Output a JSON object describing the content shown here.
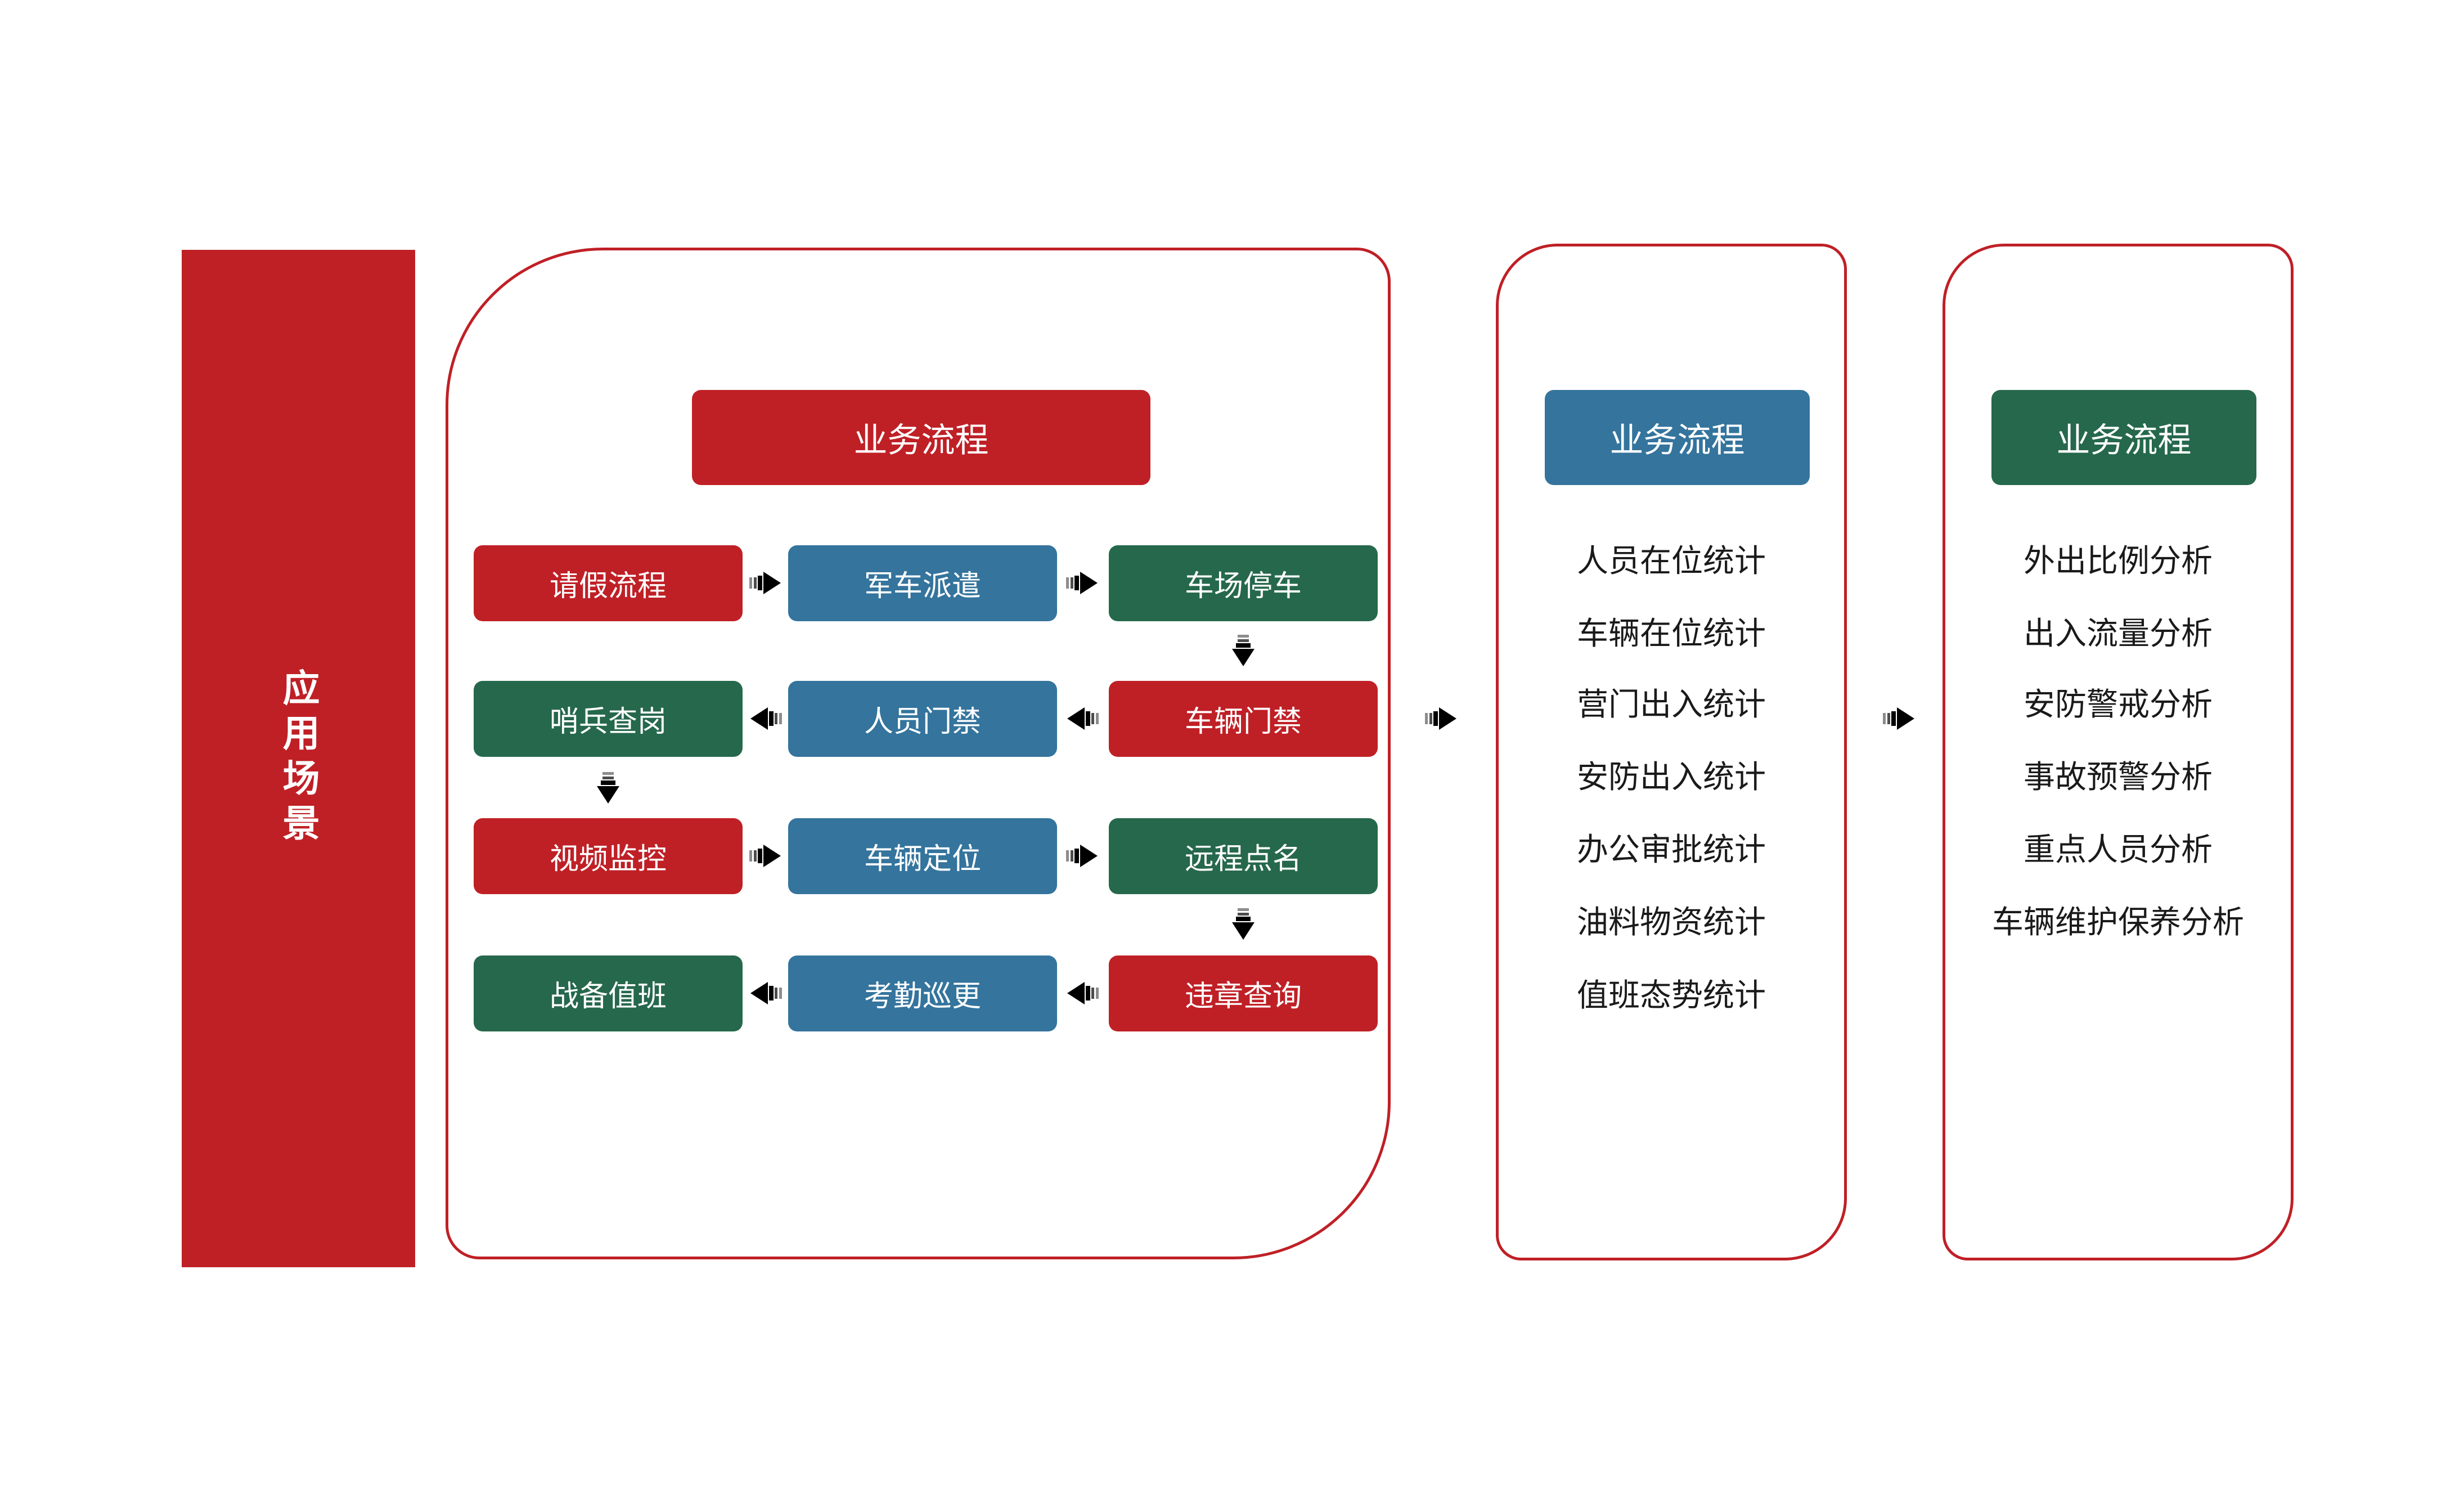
{
  "colors": {
    "red": "#BF2026",
    "blue": "#34749D",
    "green": "#26684C",
    "orange": "#EE9035",
    "outline": "#BF2026",
    "text_dark": "#1A1A1A",
    "white": "#FFFFFF"
  },
  "icons": {
    "right_arrow": "striped-right-arrow-icon",
    "left_arrow": "striped-left-arrow-icon",
    "down_arrow": "striped-down-arrow-icon"
  },
  "banner": {
    "label": "应用场景"
  },
  "main_flow": {
    "header": "业务流程",
    "rows": [
      {
        "cells": [
          {
            "label": "请假流程",
            "color": "red"
          },
          {
            "label": "军车派遣",
            "color": "blue"
          },
          {
            "label": "车场停车",
            "color": "green"
          }
        ]
      },
      {
        "cells": [
          {
            "label": "哨兵查岗",
            "color": "green"
          },
          {
            "label": "人员门禁",
            "color": "blue"
          },
          {
            "label": "车辆门禁",
            "color": "red"
          }
        ]
      },
      {
        "cells": [
          {
            "label": "视频监控",
            "color": "red"
          },
          {
            "label": "车辆定位",
            "color": "blue"
          },
          {
            "label": "远程点名",
            "color": "green"
          }
        ]
      },
      {
        "cells": [
          {
            "label": "战备值班",
            "color": "green"
          },
          {
            "label": "考勤巡更",
            "color": "blue"
          },
          {
            "label": "违章查询",
            "color": "red"
          }
        ]
      }
    ]
  },
  "stats_panel": {
    "header": "业务流程",
    "items": [
      "人员在位统计",
      "车辆在位统计",
      "营门出入统计",
      "安防出入统计",
      "办公审批统计",
      "油料物资统计",
      "值班态势统计"
    ]
  },
  "analysis_panel": {
    "header": "业务流程",
    "items": [
      "外出比例分析",
      "出入流量分析",
      "安防警戒分析",
      "事故预警分析",
      "重点人员分析",
      "车辆维护保养分析"
    ]
  }
}
